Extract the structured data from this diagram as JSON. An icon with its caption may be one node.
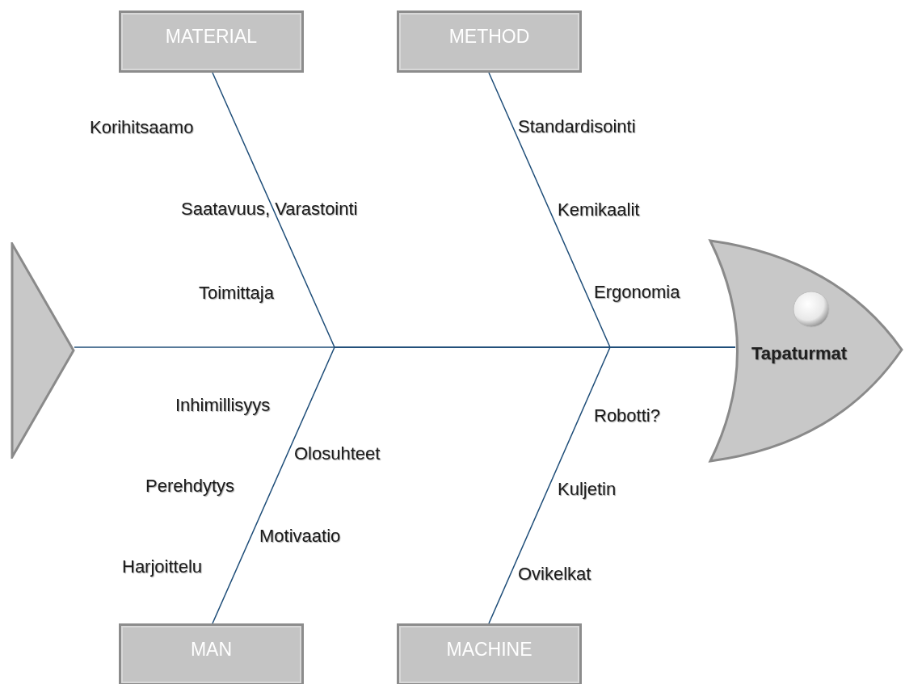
{
  "diagram": {
    "nodes": [
      {
        "text": [
          "MATERIAL"
        ]
      },
      {
        "text": [
          "METHOD"
        ]
      },
      {
        "text": [
          "MAN"
        ]
      },
      {
        "text": [
          "MACHINE"
        ]
      },
      {
        "text": [
          "Tapaturmat"
        ]
      },
      {
        "text": [],
        "shape": "triangle"
      }
    ],
    "edges": [
      {
        "from": 5,
        "to": 4,
        "arrow": "none"
      },
      {
        "from": 0,
        "to": 4,
        "arrow": "none"
      },
      {
        "from": 1,
        "to": 4,
        "arrow": "none"
      },
      {
        "from": 2,
        "to": 4,
        "arrow": "none"
      },
      {
        "from": 3,
        "to": 4,
        "arrow": "none"
      }
    ],
    "labels": [
      "Korihitsaamo",
      "Standardisointi",
      "Saatavuus, Varastointi",
      "Kemikaalit",
      "Toimittaja",
      "Ergonomia",
      "Inhimillisyys",
      "Robotti?",
      "Olosuhteet",
      "Perehdytys",
      "Kuljetin",
      "Motivaatio",
      "Harjoittelu",
      "Ovikelkat"
    ]
  }
}
